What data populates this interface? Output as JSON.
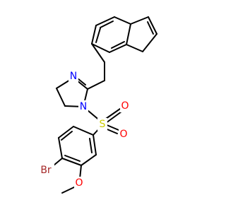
{
  "molecule": {
    "atoms": {
      "n_imine": {
        "text": "N",
        "color": "#0000ff"
      },
      "n_amine": {
        "text": "N",
        "color": "#0000ff"
      },
      "s": {
        "text": "S",
        "color": "#cccc00"
      },
      "o_top": {
        "text": "O",
        "color": "#ff0000"
      },
      "o_bottom": {
        "text": "O",
        "color": "#ff0000"
      },
      "br": {
        "text": "Br",
        "color": "#a62929"
      },
      "o_methoxy": {
        "text": "O",
        "color": "#ff0000"
      }
    }
  }
}
